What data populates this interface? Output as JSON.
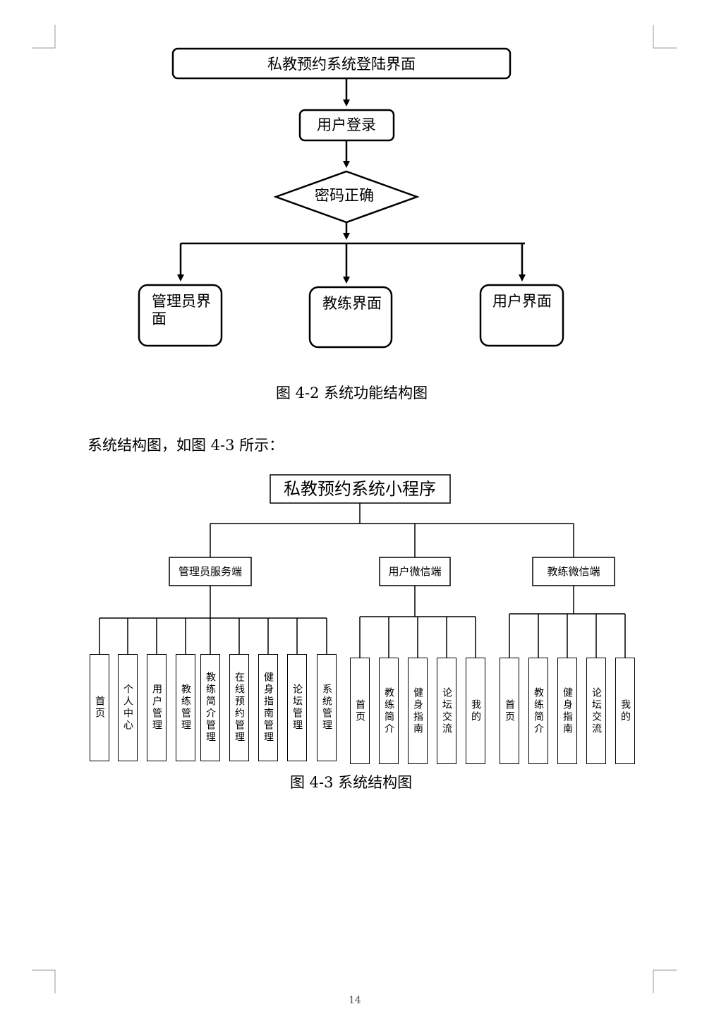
{
  "diagram1": {
    "title_box": "私教预约系统登陆界面",
    "login_box": "用户登录",
    "decision": "密码正确",
    "outcomes": [
      {
        "label_line1": "管理员界",
        "label_line2": "面"
      },
      {
        "label_line1": "教练界面",
        "label_line2": ""
      },
      {
        "label_line1": "用户界面",
        "label_line2": ""
      }
    ],
    "caption": "图 4-2 系统功能结构图"
  },
  "paragraph": "系统结构图，如图 4-3 所示：",
  "diagram2": {
    "root": "私教预约系统小程序",
    "branches": [
      {
        "label": "管理员服务端",
        "leaves": [
          [
            "首页"
          ],
          [
            "个人中心"
          ],
          [
            "用户管理"
          ],
          [
            "教练管理"
          ],
          [
            "教练",
            "简介",
            "管理"
          ],
          [
            "在线",
            "预约",
            "管理"
          ],
          [
            "健身",
            "指南",
            "管理"
          ],
          [
            "论坛管理"
          ],
          [
            "系统管理"
          ]
        ]
      },
      {
        "label": "用户微信端",
        "leaves": [
          [
            "首页"
          ],
          [
            "教练简介"
          ],
          [
            "健身指南"
          ],
          [
            "论坛交流"
          ],
          [
            "我的"
          ]
        ]
      },
      {
        "label": "教练微信端",
        "leaves": [
          [
            "首页"
          ],
          [
            "教练简介"
          ],
          [
            "健身指南"
          ],
          [
            "论坛交流"
          ],
          [
            "我的"
          ]
        ]
      }
    ],
    "caption": "图 4-3  系统结构图"
  },
  "page_number": "14"
}
